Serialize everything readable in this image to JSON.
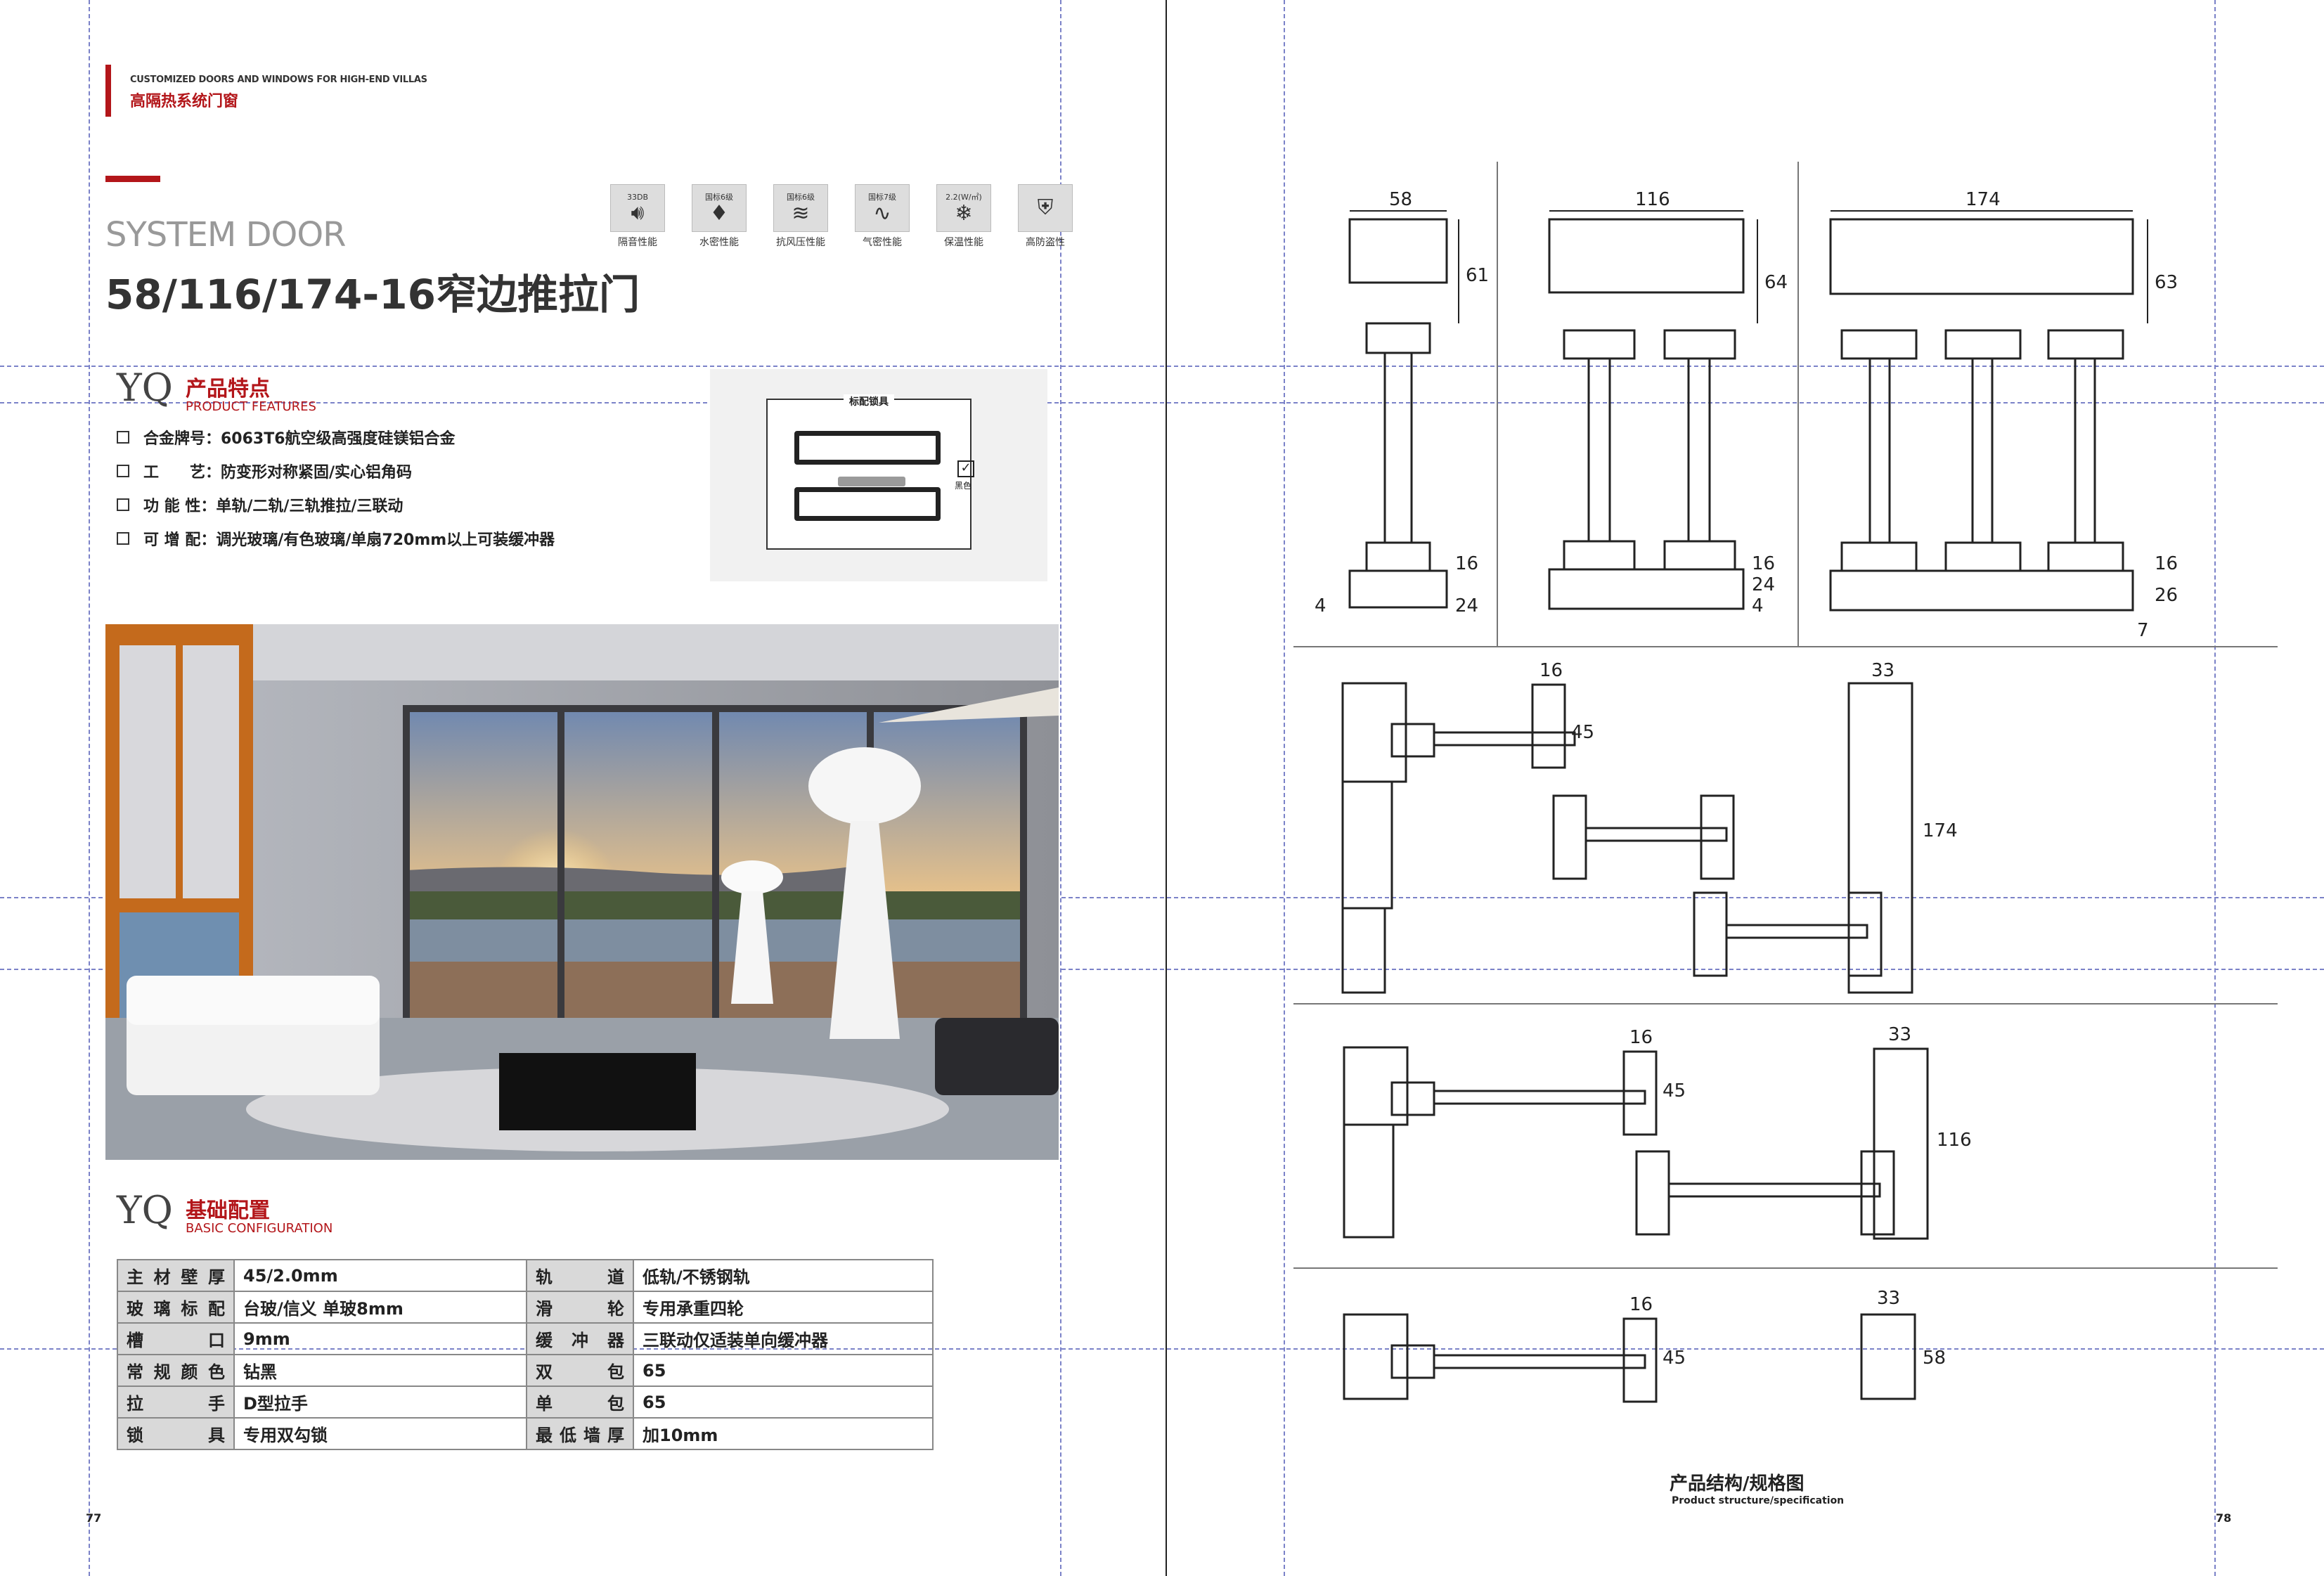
{
  "left_page": {
    "brand_en": "CUSTOMIZED DOORS AND WINDOWS FOR HIGH-END VILLAS",
    "brand_cn": "高隔热系统门窗",
    "section_label": "SYSTEM DOOR",
    "title": "58/116/174-16窄边推拉门",
    "features_icons": [
      {
        "label": "隔音性能",
        "top": "33DB",
        "icon": "speaker-icon"
      },
      {
        "label": "水密性能",
        "top": "国标6级",
        "icon": "water-drop-icon"
      },
      {
        "label": "抗风压性能",
        "top": "国标6级",
        "icon": "wind-icon"
      },
      {
        "label": "气密性能",
        "top": "国标7级",
        "icon": "airflow-icon"
      },
      {
        "label": "保温性能",
        "top": "2.2(W/㎡)",
        "icon": "snowflake-icon"
      },
      {
        "label": "高防盗性",
        "top": "",
        "icon": "shield-lock-icon"
      }
    ],
    "product_features": {
      "yq": "YQ",
      "title_cn": "产品特点",
      "title_en": "PRODUCT FEATURES",
      "items": [
        "合金牌号：6063T6航空级高强度硅镁铝合金",
        "工　　艺：防变形对称紧固/实心铝角码",
        "功 能 性：单轨/二轨/三轨推拉/三联动",
        "可 增 配：调光玻璃/有色玻璃/单扇720mm以上可装缓冲器"
      ]
    },
    "hardware": {
      "title": "标配锁具",
      "color_label": "黑色"
    },
    "basic_config": {
      "yq": "YQ",
      "title_cn": "基础配置",
      "title_en": "BASIC CONFIGURATION",
      "rows": [
        [
          "主材壁厚",
          "45/2.0mm",
          "轨　　道",
          "低轨/不锈钢轨"
        ],
        [
          "玻璃标配",
          "台玻/信义 单玻8mm",
          "滑　　轮",
          "专用承重四轮"
        ],
        [
          "槽　　口",
          "9mm",
          "缓 冲 器",
          "三联动仅适装单向缓冲器"
        ],
        [
          "常规颜色",
          "钻黑",
          "双　　包",
          "65"
        ],
        [
          "拉　　手",
          "D型拉手",
          "单　　包",
          "65"
        ],
        [
          "锁　　具",
          "专用双勾锁",
          "最低墙厚",
          "加10mm"
        ]
      ]
    },
    "page_number": "77"
  },
  "right_page": {
    "dimensions": {
      "row1": [
        "58",
        "61",
        "4",
        "24",
        "16",
        "116",
        "64",
        "4",
        "24",
        "16",
        "174",
        "63",
        "7",
        "26",
        "16"
      ],
      "row2": [
        "16",
        "45",
        "33",
        "174"
      ],
      "row3": [
        "16",
        "45",
        "33",
        "116"
      ],
      "row4": [
        "16",
        "45",
        "33",
        "58"
      ]
    },
    "caption_cn": "产品结构/规格图",
    "caption_en": "Product structure/specification",
    "page_number": "78"
  }
}
